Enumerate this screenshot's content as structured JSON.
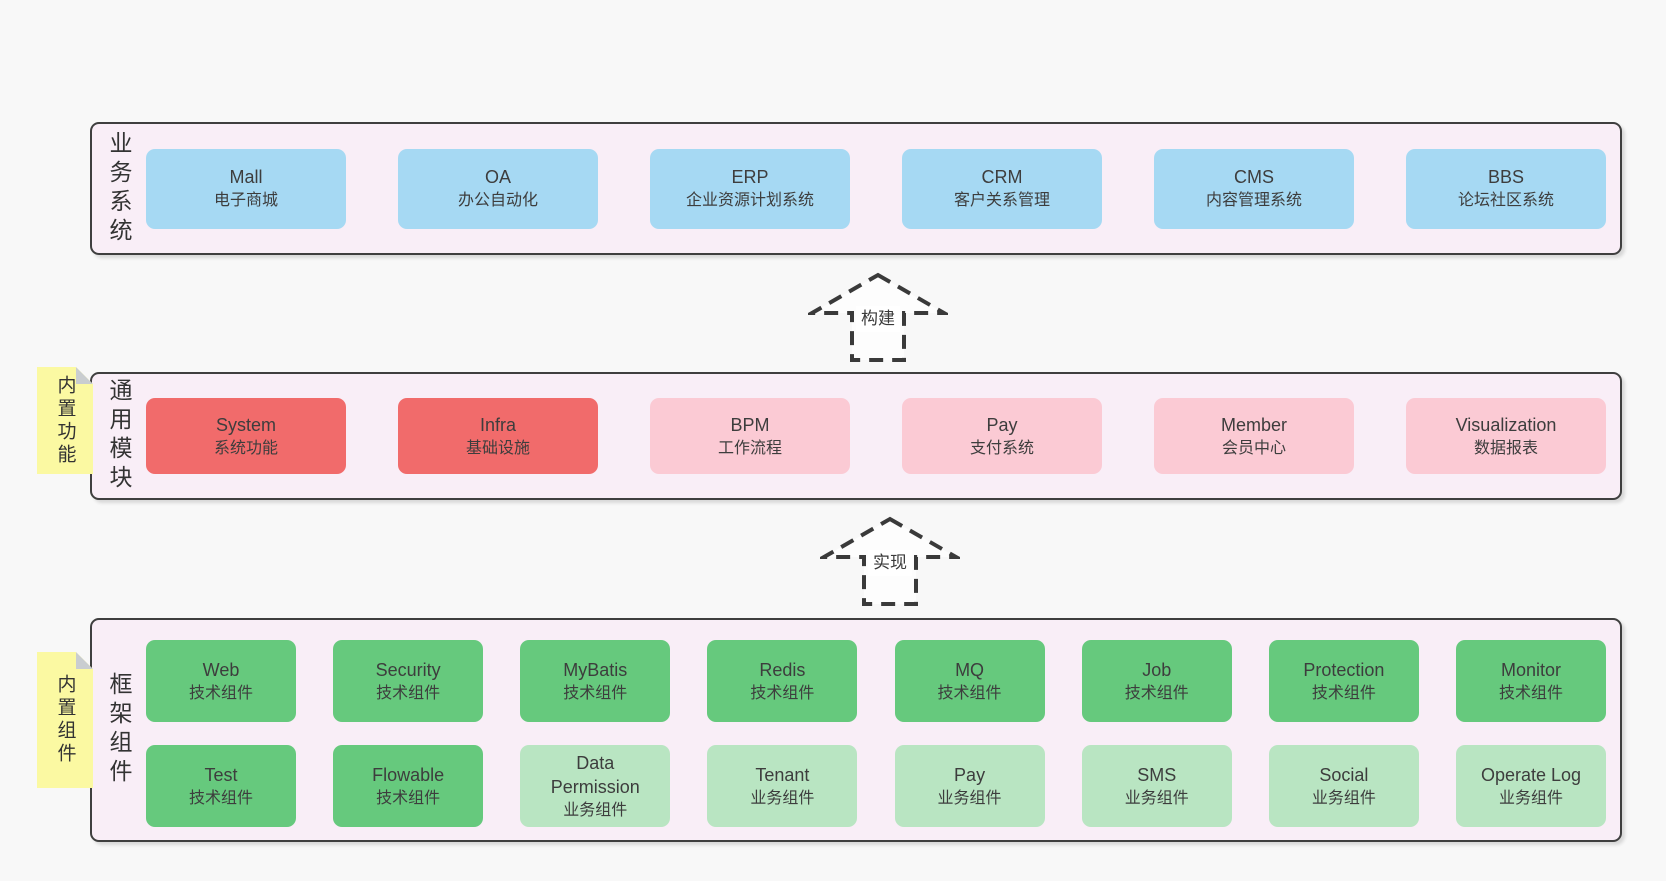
{
  "arrows": {
    "build": "构建",
    "implement": "实现"
  },
  "colors": {
    "page_bg": "#f8f8f8",
    "layer_bg": "#f9eef7",
    "layer_border": "#3f3f3f",
    "blue_box": "#a6d9f3",
    "red_box": "#f16b6b",
    "pink_box": "#fbcad4",
    "green_box": "#66c97d",
    "lightgreen_box": "#b9e5c2",
    "note_yellow": "#fbf9a2",
    "text": "#3d3d3d"
  },
  "business": {
    "label": "业务系统",
    "boxes": [
      {
        "name": "Mall",
        "sub": "电子商城"
      },
      {
        "name": "OA",
        "sub": "办公自动化"
      },
      {
        "name": "ERP",
        "sub": "企业资源计划系统"
      },
      {
        "name": "CRM",
        "sub": "客户关系管理"
      },
      {
        "name": "CMS",
        "sub": "内容管理系统"
      },
      {
        "name": "BBS",
        "sub": "论坛社区系统"
      }
    ]
  },
  "modules": {
    "label": "通用模块",
    "note": "内置功能",
    "boxes": [
      {
        "name": "System",
        "sub": "系统功能"
      },
      {
        "name": "Infra",
        "sub": "基础设施"
      },
      {
        "name": "BPM",
        "sub": "工作流程"
      },
      {
        "name": "Pay",
        "sub": "支付系统"
      },
      {
        "name": "Member",
        "sub": "会员中心"
      },
      {
        "name": "Visualization",
        "sub": "数据报表"
      }
    ]
  },
  "components": {
    "label": "框架组件",
    "note": "内置组件",
    "row1": [
      {
        "name": "Web",
        "sub": "技术组件"
      },
      {
        "name": "Security",
        "sub": "技术组件"
      },
      {
        "name": "MyBatis",
        "sub": "技术组件"
      },
      {
        "name": "Redis",
        "sub": "技术组件"
      },
      {
        "name": "MQ",
        "sub": "技术组件"
      },
      {
        "name": "Job",
        "sub": "技术组件"
      },
      {
        "name": "Protection",
        "sub": "技术组件"
      },
      {
        "name": "Monitor",
        "sub": "技术组件"
      }
    ],
    "row2": [
      {
        "name": "Test",
        "sub": "技术组件"
      },
      {
        "name": "Flowable",
        "sub": "技术组件"
      },
      {
        "name": "Data Permission",
        "sub": "业务组件"
      },
      {
        "name": "Tenant",
        "sub": "业务组件"
      },
      {
        "name": "Pay",
        "sub": "业务组件"
      },
      {
        "name": "SMS",
        "sub": "业务组件"
      },
      {
        "name": "Social",
        "sub": "业务组件"
      },
      {
        "name": "Operate Log",
        "sub": "业务组件"
      }
    ]
  }
}
